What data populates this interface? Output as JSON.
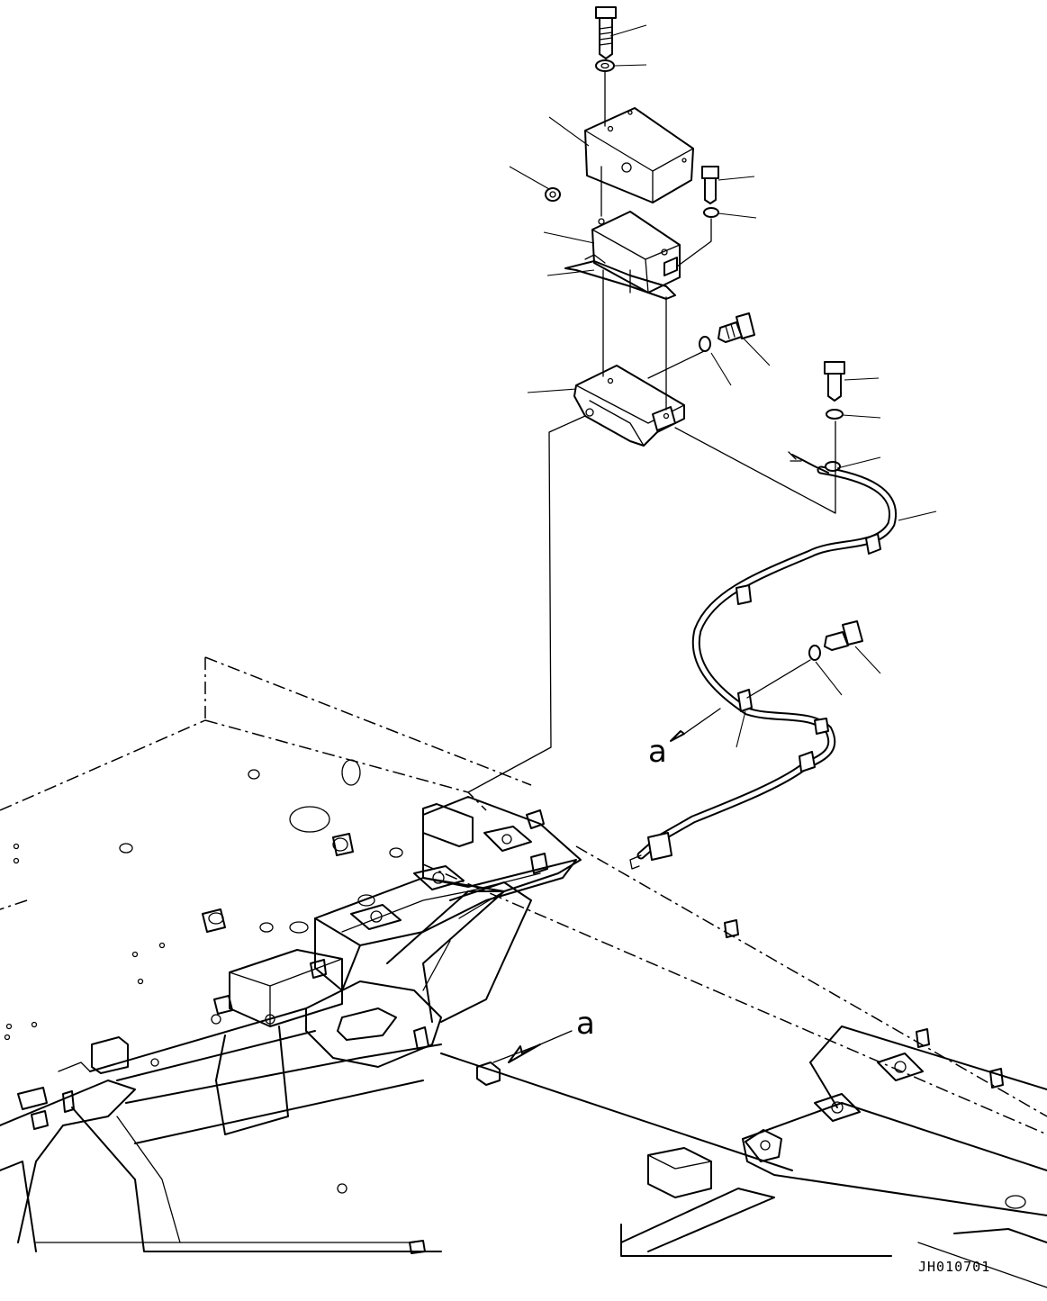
{
  "diagram": {
    "view_label_upper": "a",
    "view_label_lower": "a",
    "drawing_code": "JH010701"
  },
  "colors": {
    "line": "#000000",
    "background": "#ffffff"
  }
}
